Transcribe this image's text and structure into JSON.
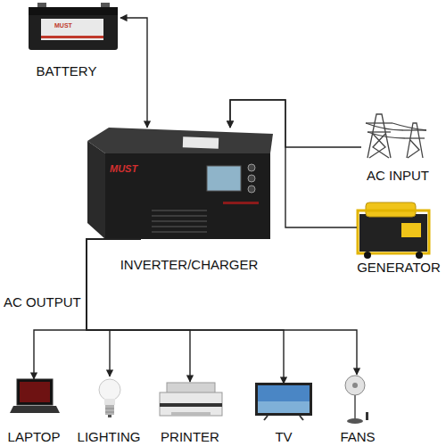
{
  "diagram": {
    "nodes": [
      {
        "text": [
          "BATTERY"
        ]
      },
      {
        "text": [
          "INVERTER/CHARGER"
        ]
      },
      {
        "text": [
          "AC INPUT"
        ]
      },
      {
        "text": [
          "GENERATOR"
        ]
      },
      {
        "text": [
          "LAPTOP"
        ]
      },
      {
        "text": [
          "LIGHTING"
        ]
      },
      {
        "text": [
          "PRINTER"
        ]
      },
      {
        "text": [
          "TV"
        ]
      },
      {
        "text": [
          "FANS"
        ]
      }
    ],
    "edges": [
      {
        "from": 1,
        "to": 0,
        "arrow": "both"
      },
      {
        "from": 2,
        "to": 1,
        "arrow": "to"
      },
      {
        "from": 3,
        "to": 1,
        "arrow": "to"
      },
      {
        "from": 1,
        "to": 4,
        "arrow": "to",
        "label": "AC OUTPUT"
      },
      {
        "from": 1,
        "to": 5,
        "arrow": "to"
      },
      {
        "from": 1,
        "to": 6,
        "arrow": "to"
      },
      {
        "from": 1,
        "to": 7,
        "arrow": "to"
      },
      {
        "from": 1,
        "to": 8,
        "arrow": "to"
      }
    ],
    "labels": [
      "MUST",
      "MUST"
    ]
  }
}
